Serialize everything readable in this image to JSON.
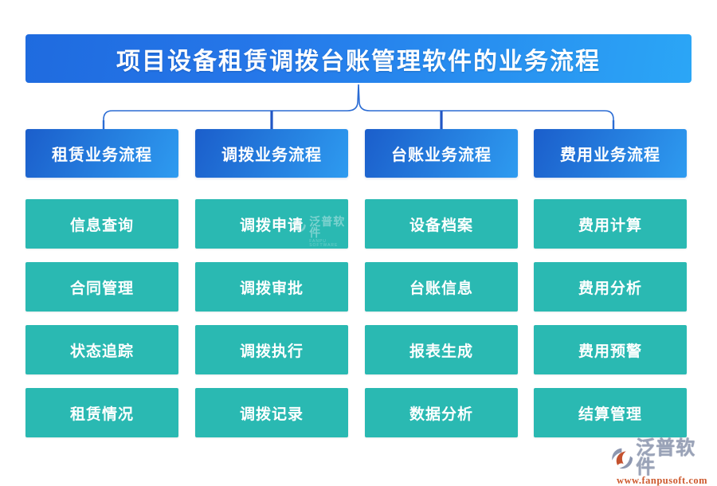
{
  "title": "项目设备租赁调拨台账管理软件的业务流程",
  "colors": {
    "title_gradient_start": "#1f6bdf",
    "title_gradient_end": "#2ba6f6",
    "header_gradient_start": "#1b5ecb",
    "header_gradient_end": "#2e9bf0",
    "item_background": "#2ab9b2",
    "connector_line": "#2b6cd4",
    "connector_stub": "#2156c5",
    "logo_name_color": "#9aa3b8",
    "logo_url_color": "#cd5a2e",
    "logo_icon_gray": "#8d97b0",
    "logo_icon_orange": "#c4512e"
  },
  "columns": [
    {
      "header": "租赁业务流程",
      "items": [
        "信息查询",
        "合同管理",
        "状态追踪",
        "租赁情况"
      ]
    },
    {
      "header": "调拨业务流程",
      "items": [
        "调拨申请",
        "调拨审批",
        "调拨执行",
        "调拨记录"
      ]
    },
    {
      "header": "台账业务流程",
      "items": [
        "设备档案",
        "台账信息",
        "报表生成",
        "数据分析"
      ]
    },
    {
      "header": "费用业务流程",
      "items": [
        "费用计算",
        "费用分析",
        "费用预警",
        "结算管理"
      ]
    }
  ],
  "watermark": {
    "name": "泛普软件",
    "subtext": "FANPU SOFTWARE"
  },
  "logo": {
    "name": "泛普软件",
    "url": "www.fanpusoft.com"
  }
}
